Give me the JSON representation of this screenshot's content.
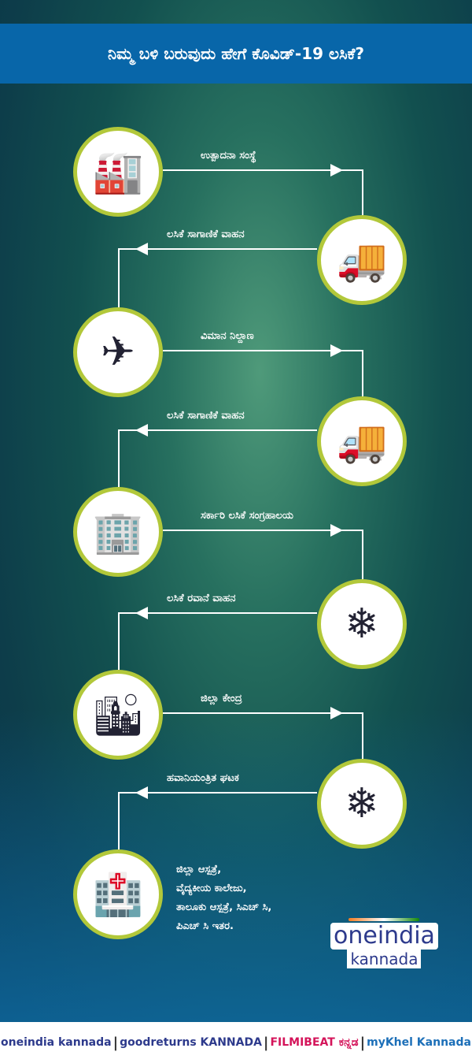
{
  "header": {
    "title": "ನಿಮ್ಮ ಬಳಿ ಬರುವುದು ಹೇಗೆ ಕೊವಿಡ್-19 ಲಸಿಕೆ?"
  },
  "colors": {
    "header": "#0866a9",
    "circle_border": "#b2c83a",
    "arrow": "#ffffff"
  },
  "steps": [
    {
      "label": "ಉತ್ಪಾದನಾ ಸಂಸ್ಥೆ",
      "icon": "factory-icon"
    },
    {
      "label": "ಲಸಿಕೆ ಸಾಗಾಣಿಕೆ ವಾಹನ",
      "icon": "truck-icon"
    },
    {
      "label": "ವಿಮಾನ ನಿಲ್ದಾಣ",
      "icon": "airport-icon"
    },
    {
      "label": "ಲಸಿಕೆ ಸಾಗಾಣಿಕೆ ವಾಹನ",
      "icon": "truck-icon"
    },
    {
      "label": "ಸರ್ಕಾರಿ ಲಸಿಕೆ ಸಂಗ್ರಹಾಲಯ",
      "icon": "building-icon"
    },
    {
      "label": "ಲಸಿಕೆ ರವಾನೆ ವಾಹನ",
      "icon": "refrigerated-truck-icon"
    },
    {
      "label": "ಜಿಲ್ಲಾ ಕೇಂದ್ರ",
      "icon": "city-icon"
    },
    {
      "label": "ಹವಾನಿಯಂತ್ರಿತ ಘಟಕ",
      "icon": "cold-storage-icon"
    }
  ],
  "destination": {
    "icon": "hospital-icon",
    "lines": [
      "ಜಿಲ್ಲಾ ಆಸ್ಪತ್ರೆ,",
      "ವೈದ್ಯಕೀಯ ಕಾಲೇಜು,",
      "ತಾಲೂಕು ಆಸ್ಪತ್ರೆ, ಸಿಎಚ್ ಸಿ,",
      "ಪಿಎಚ್ ಸಿ ಇತರ."
    ]
  },
  "brand": {
    "name": "oneindia",
    "sub": "kannada"
  },
  "footer": {
    "logos": [
      "oneindia kannada",
      "goodreturns KANNADA",
      "FILMIBEAT ಕನ್ನಡ",
      "myKhel Kannada"
    ],
    "separator": "|"
  }
}
